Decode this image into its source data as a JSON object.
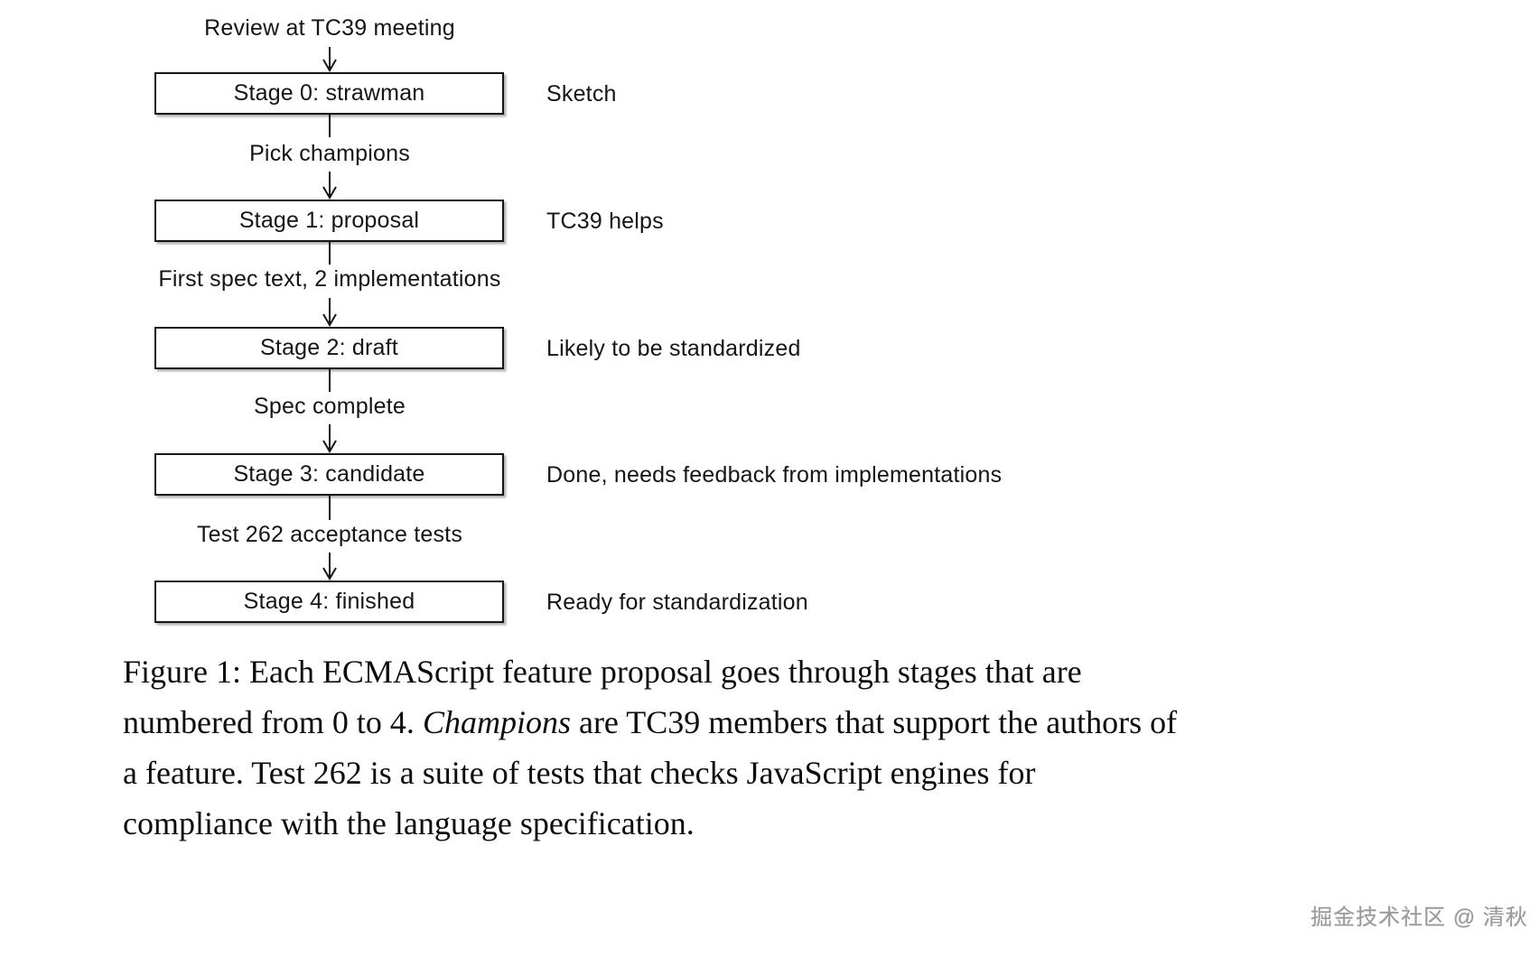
{
  "figure": {
    "stages": [
      {
        "box_label": "Stage 0: strawman",
        "side_label": "Sketch"
      },
      {
        "box_label": "Stage 1: proposal",
        "side_label": "TC39 helps"
      },
      {
        "box_label": "Stage 2: draft",
        "side_label": "Likely to be standardized"
      },
      {
        "box_label": "Stage 3: candidate",
        "side_label": "Done, needs feedback from implementations"
      },
      {
        "box_label": "Stage 4: finished",
        "side_label": "Ready for standardization"
      }
    ],
    "transitions": [
      {
        "label": "Review at TC39 meeting"
      },
      {
        "label": "Pick champions"
      },
      {
        "label": "First spec text, 2 implementations"
      },
      {
        "label": "Spec complete"
      },
      {
        "label": "Test 262 acceptance tests"
      }
    ],
    "caption": {
      "line1": "Figure 1: Each ECMAScript feature proposal goes through stages that are",
      "line2_pre": "numbered from 0 to 4. ",
      "line2_italic": "Champions",
      "line2_post": " are TC39 members that support the authors of",
      "line3": "a feature. Test 262 is a suite of tests that checks JavaScript engines for",
      "line4": "compliance with the language specification."
    },
    "watermark": "掘金技术社区 @ 清秋",
    "colors": {
      "ink": "#151515",
      "background": "#ffffff",
      "watermark": "#9a9a9a"
    }
  }
}
